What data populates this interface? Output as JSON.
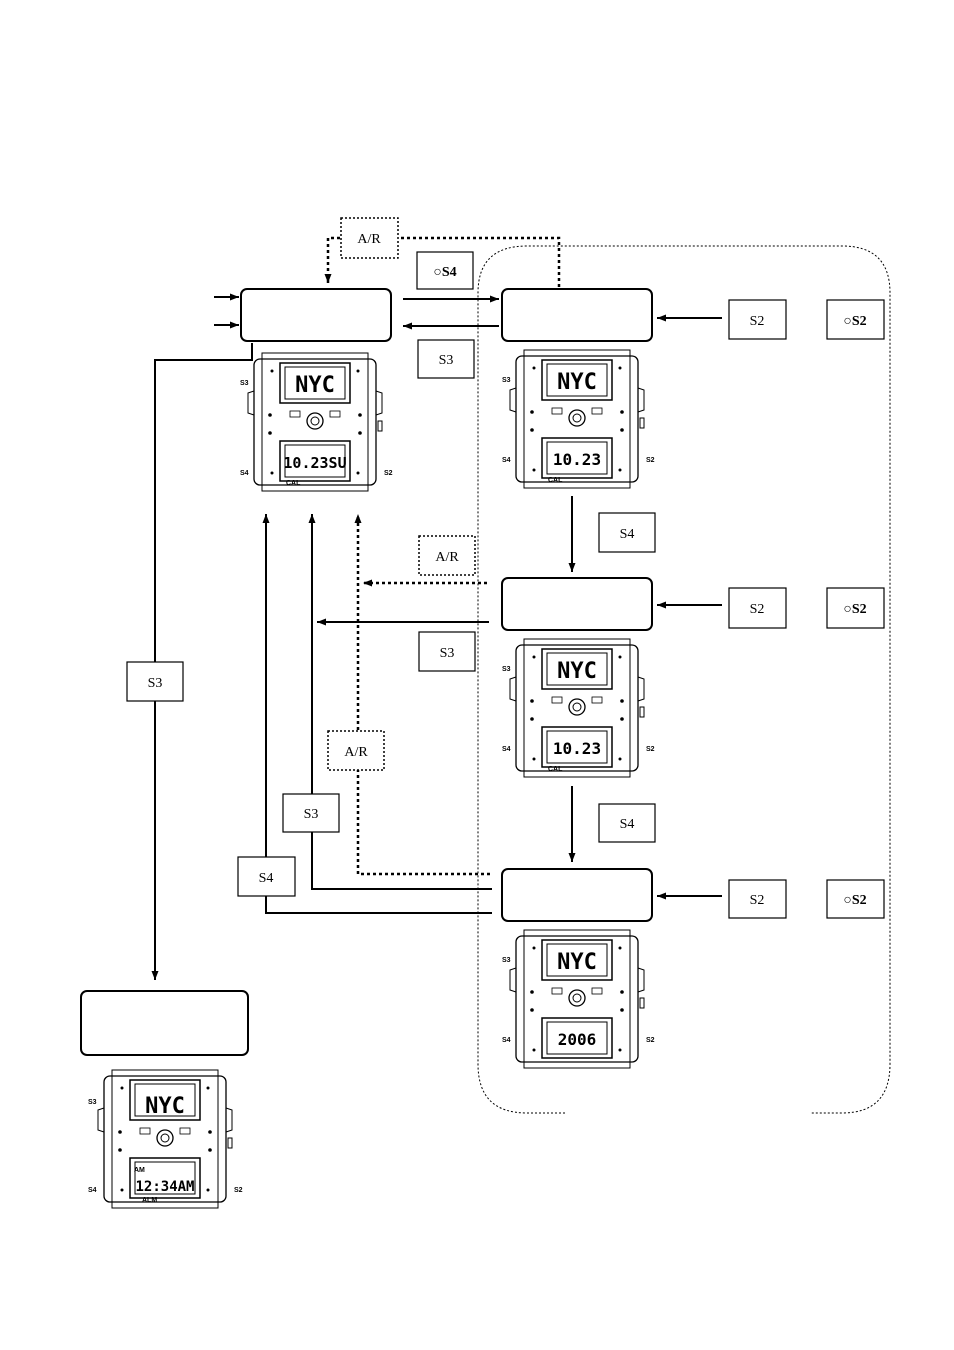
{
  "state_boxes": [
    "",
    "",
    "",
    "",
    ""
  ],
  "buttons": {
    "ar": "A/R",
    "s2": "S2",
    "s3": "S3",
    "s4": "S4",
    "hold_s2": "○S2",
    "hold_s4": "○S4"
  },
  "watch_labels": {
    "s2": "S2",
    "s3": "S3",
    "s4": "S4",
    "cal": "CAL",
    "alm": "ALM",
    "am": "AM"
  },
  "watch_displays": [
    {
      "top": "NYC",
      "bottom": "10.23SU"
    },
    {
      "top": "NYC",
      "bottom": "10.23"
    },
    {
      "top": "NYC",
      "bottom": "10.23"
    },
    {
      "top": "NYC",
      "bottom": "2006"
    },
    {
      "top": "NYC",
      "bottom": "12:34AM"
    }
  ]
}
